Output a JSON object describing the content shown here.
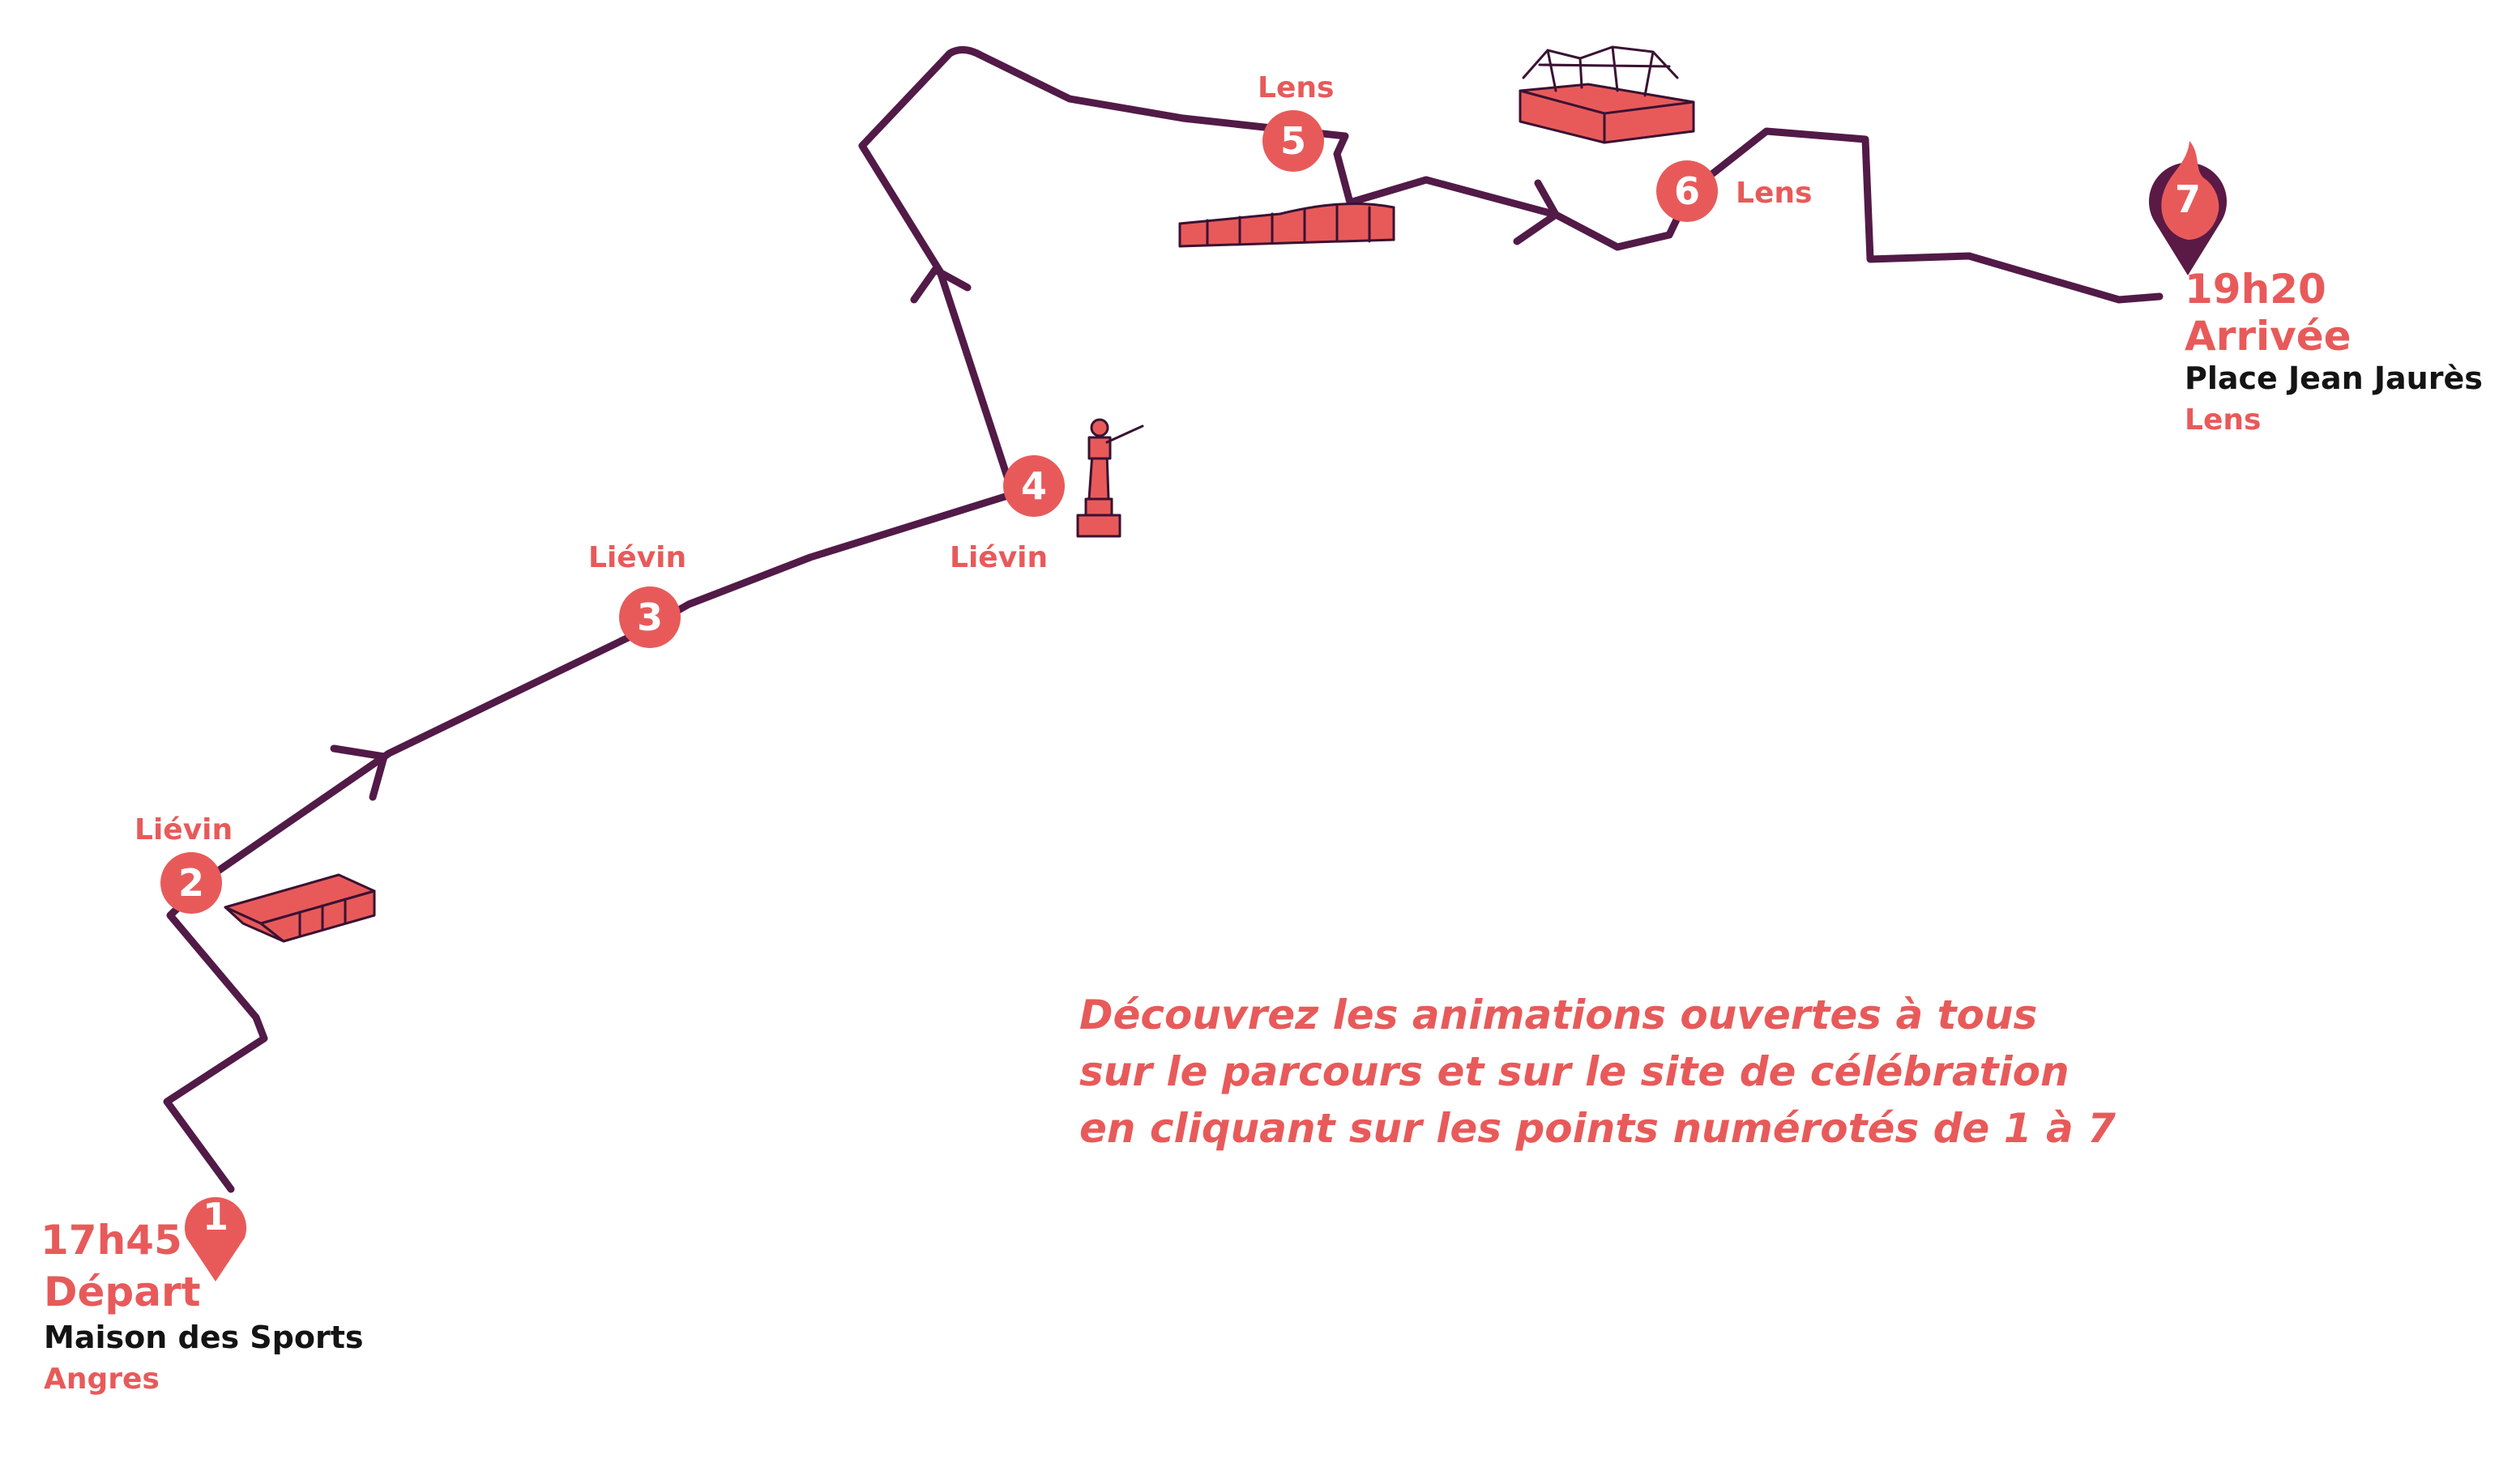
{
  "colors": {
    "route": "#521a47",
    "accent": "#e85a5a",
    "accent_dark": "#5a1a45",
    "text_dark": "#141414",
    "icon_fill": "#e85a5a",
    "icon_stroke": "#3a1232"
  },
  "start": {
    "number": "1",
    "time": "17h45",
    "label": "Départ",
    "place": "Maison des Sports",
    "city": "Angres"
  },
  "finish": {
    "number": "7",
    "time": "19h20",
    "label": "Arrivée",
    "place": "Place Jean Jaurès",
    "city": "Lens"
  },
  "stops": [
    {
      "number": "2",
      "city": "Liévin"
    },
    {
      "number": "3",
      "city": "Liévin"
    },
    {
      "number": "4",
      "city": "Liévin"
    },
    {
      "number": "5",
      "city": "Lens"
    },
    {
      "number": "6",
      "city": "Lens"
    }
  ],
  "note": {
    "lines": [
      "Découvrez les animations ouvertes à tous",
      "sur le parcours et sur le site de célébration",
      "en cliquant sur les points numérotés de 1 à 7"
    ]
  },
  "icons": [
    "start-pin-icon",
    "finish-flame-pin-icon",
    "warehouse-icon",
    "statue-icon",
    "arena-icon",
    "stadium-icon",
    "direction-arrow-icon"
  ]
}
